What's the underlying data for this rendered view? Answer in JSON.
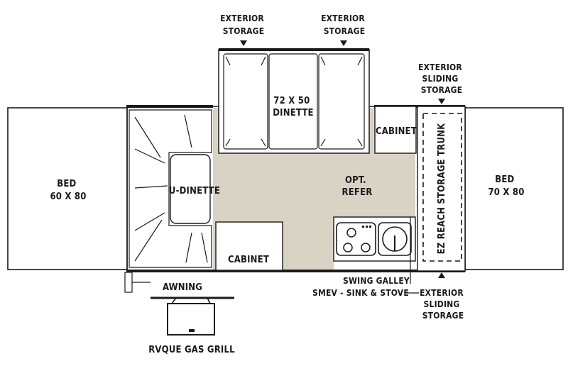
{
  "colors": {
    "floor": "#d9d3c5",
    "line": "#1a1a1a",
    "background": "#ffffff"
  },
  "labels": {
    "exterior_storage_left": [
      "EXTERIOR",
      "STORAGE"
    ],
    "exterior_storage_right": [
      "EXTERIOR",
      "STORAGE"
    ],
    "exterior_sliding_storage_top": [
      "EXTERIOR",
      "SLIDING",
      "STORAGE"
    ],
    "exterior_sliding_storage_bottom": [
      "EXTERIOR",
      "SLIDING",
      "STORAGE"
    ],
    "dinette": [
      "72 X 50",
      "DINETTE"
    ],
    "bed_left": [
      "BED",
      "60 X 80"
    ],
    "bed_right": [
      "BED",
      "70 X 80"
    ],
    "u_dinette": "U-DINETTE",
    "cabinet_top": "CABINET",
    "cabinet_bottom": "CABINET",
    "opt_refer": [
      "OPT.",
      "REFER"
    ],
    "ez_trunk": "EZ REACH STORAGE TRUNK",
    "awning": "AWNING",
    "swing_galley": "SWING GALLEY",
    "smev": "SMEV - SINK & STOVE",
    "grill": "RVQUE GAS GRILL"
  }
}
